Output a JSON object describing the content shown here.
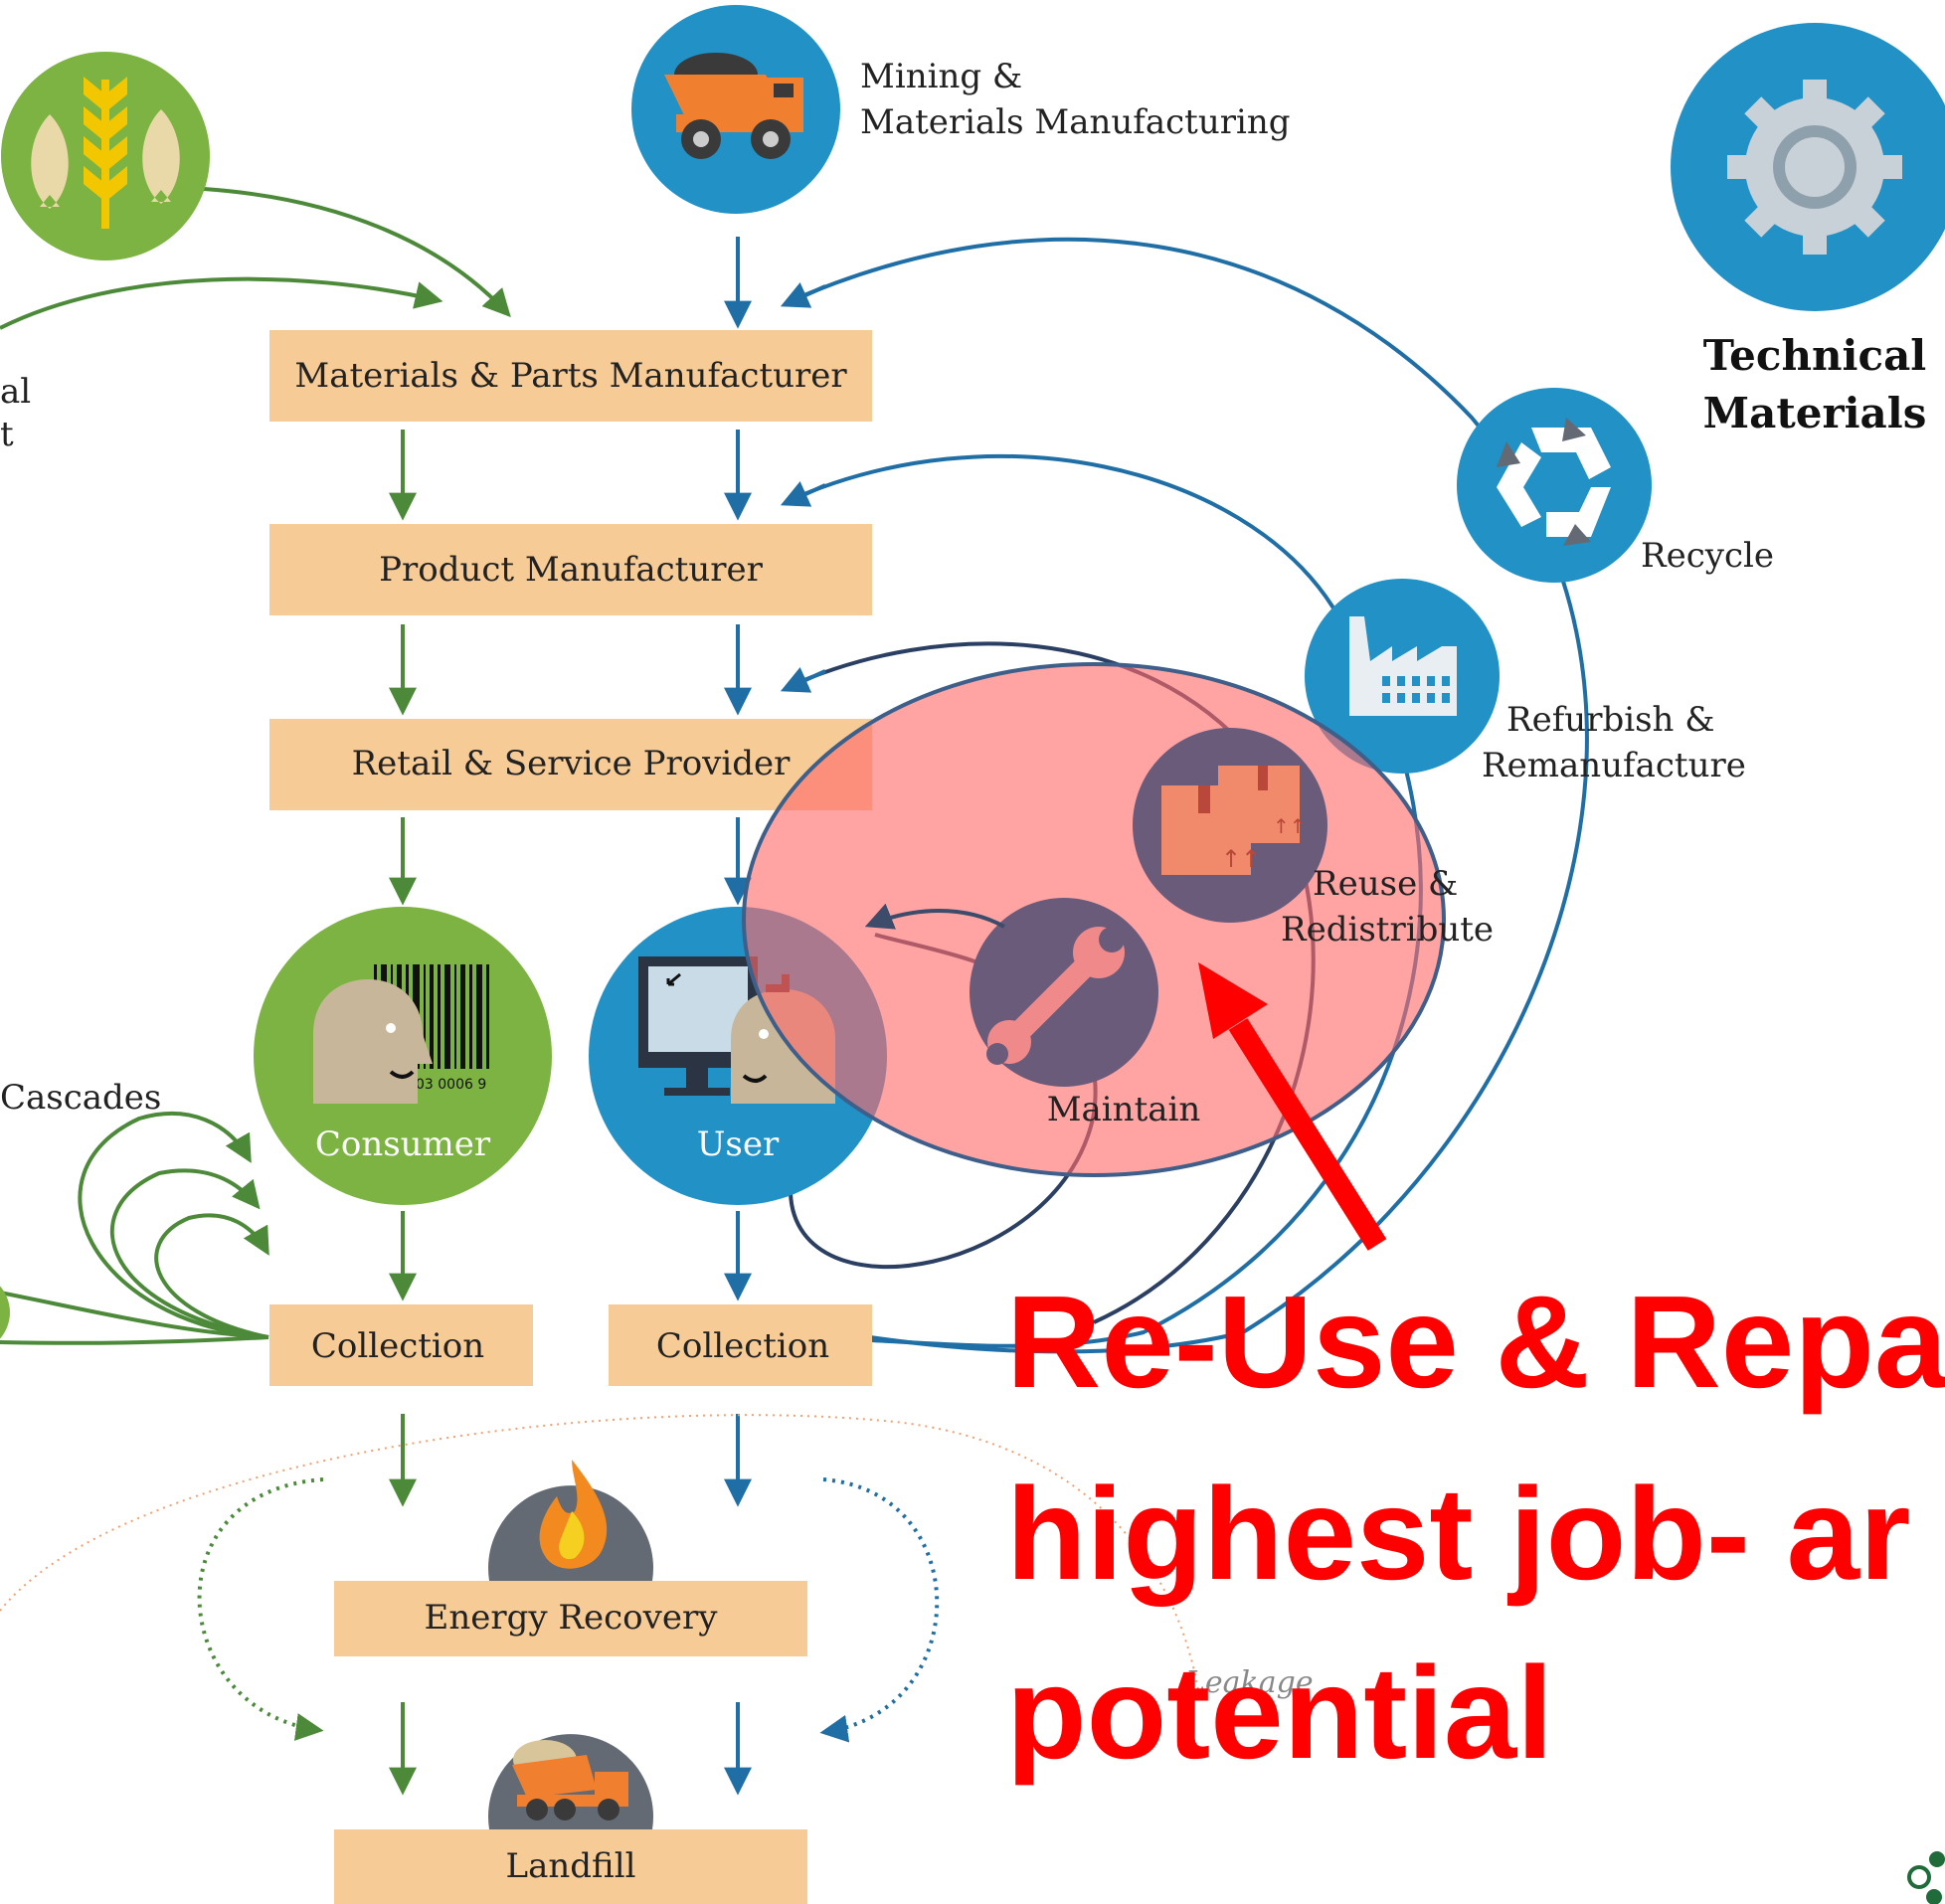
{
  "diagram": {
    "boxes": {
      "materials_parts": "Materials & Parts Manufacturer",
      "product_manufacturer": "Product Manufacturer",
      "retail_service": "Retail & Service Provider",
      "collection_left": "Collection",
      "collection_right": "Collection",
      "energy_recovery": "Energy Recovery",
      "landfill": "Landfill"
    },
    "nodes": {
      "mining_line1": "Mining &",
      "mining_line2": "Materials Manufacturing",
      "technical_line1": "Technical",
      "technical_line2": "Materials",
      "recycle": "Recycle",
      "refurbish_line1": "Refurbish &",
      "refurbish_line2": "Remanufacture",
      "reuse_line1": "Reuse &",
      "reuse_line2": "Redistribute",
      "maintain": "Maintain",
      "consumer": "Consumer",
      "user": "User",
      "cascades": "Cascades",
      "leakage": "Leakage",
      "partial_left_1": "al",
      "partial_left_2": "t",
      "barcode_digits": "03 0006 9"
    },
    "headline": {
      "line1": "Re-Use & Repa",
      "line2": "highest job- ar",
      "line3": "potential"
    },
    "colors": {
      "box_fill": "#f7cb96",
      "blue": "#2191c6",
      "green": "#7cb342",
      "dark_gray": "#636a73",
      "highlight": "#ff6b6b",
      "headline": "#ff0000",
      "purple": "#6b5b7b"
    }
  }
}
